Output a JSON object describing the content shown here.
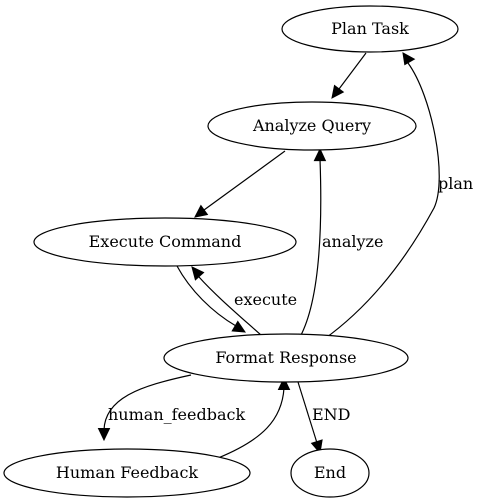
{
  "diagram": {
    "nodes": {
      "plan_task": "Plan Task",
      "analyze_query": "Analyze Query",
      "execute_command": "Execute Command",
      "format_response": "Format Response",
      "human_feedback": "Human Feedback",
      "end": "End"
    },
    "edges": {
      "plan": "plan",
      "analyze": "analyze",
      "execute": "execute",
      "human_feedback": "human_feedback",
      "end": "END"
    }
  }
}
